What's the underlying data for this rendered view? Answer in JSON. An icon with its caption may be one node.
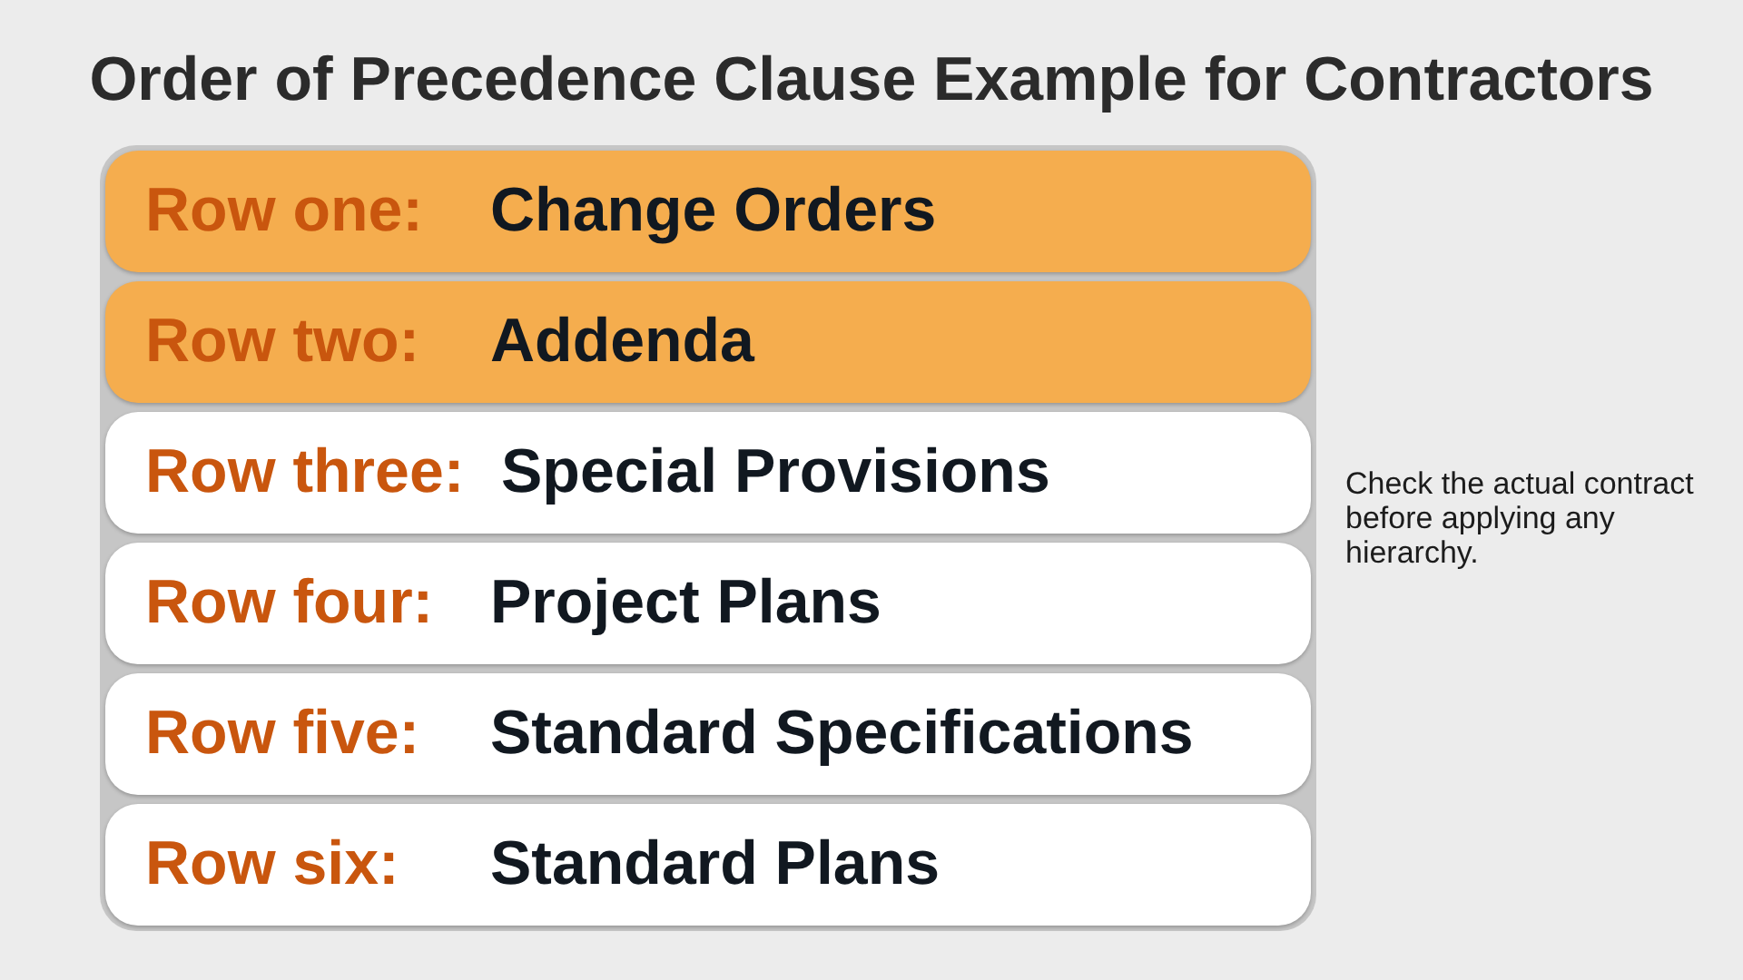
{
  "diagram": {
    "title": "Order of Precedence Clause Example for Contractors",
    "nodes": [
      {
        "text": [],
        "shape": "box"
      },
      {
        "text": [
          "Row one:",
          "Change Orders"
        ],
        "in": 0
      },
      {
        "text": [
          "Row two:",
          "Addenda"
        ],
        "in": 0
      },
      {
        "text": [
          "Row three:",
          "Special Provisions"
        ],
        "in": 0
      },
      {
        "text": [
          "Row four:",
          "Project Plans"
        ],
        "in": 0
      },
      {
        "text": [
          "Row five:",
          "Standard Specifications"
        ],
        "in": 0
      },
      {
        "text": [
          "Row six:",
          "Standard Plans"
        ],
        "in": 0
      }
    ],
    "edges": [],
    "labels": [
      "Check the actual contract before applying any hierarchy."
    ]
  }
}
